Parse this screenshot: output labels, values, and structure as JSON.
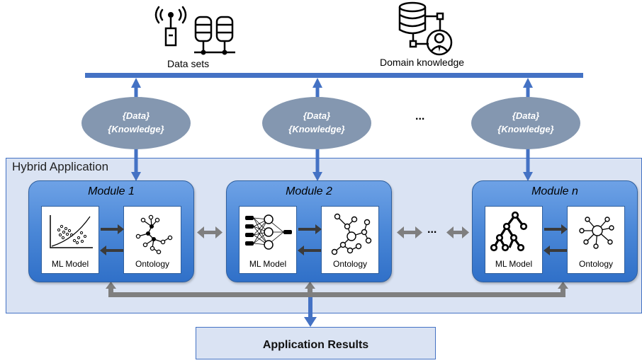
{
  "top": {
    "datasets_label": "Data sets",
    "domain_label": "Domain knowledge"
  },
  "ellipses": [
    {
      "line1": "{Data}",
      "line2": "{Knowledge}"
    },
    {
      "line1": "{Data}",
      "line2": "{Knowledge}"
    },
    {
      "line1": "{Data}",
      "line2": "{Knowledge}"
    }
  ],
  "ellipsis_dots": "...",
  "hybrid": {
    "title": "Hybrid Application"
  },
  "modules": [
    {
      "title": "Module 1",
      "ml_label": "ML Model",
      "onto_label": "Ontology"
    },
    {
      "title": "Module 2",
      "ml_label": "ML Model",
      "onto_label": "Ontology"
    },
    {
      "title": "Module n",
      "ml_label": "ML Model",
      "onto_label": "Ontology"
    }
  ],
  "results": {
    "label": "Application Results"
  },
  "colors": {
    "bus_blue": "#4472c4",
    "ellipse_gray": "#8497b0",
    "panel_bg": "#dae3f3",
    "module_blue": "#4a87d7",
    "gray_arrow": "#7f7f7f"
  }
}
